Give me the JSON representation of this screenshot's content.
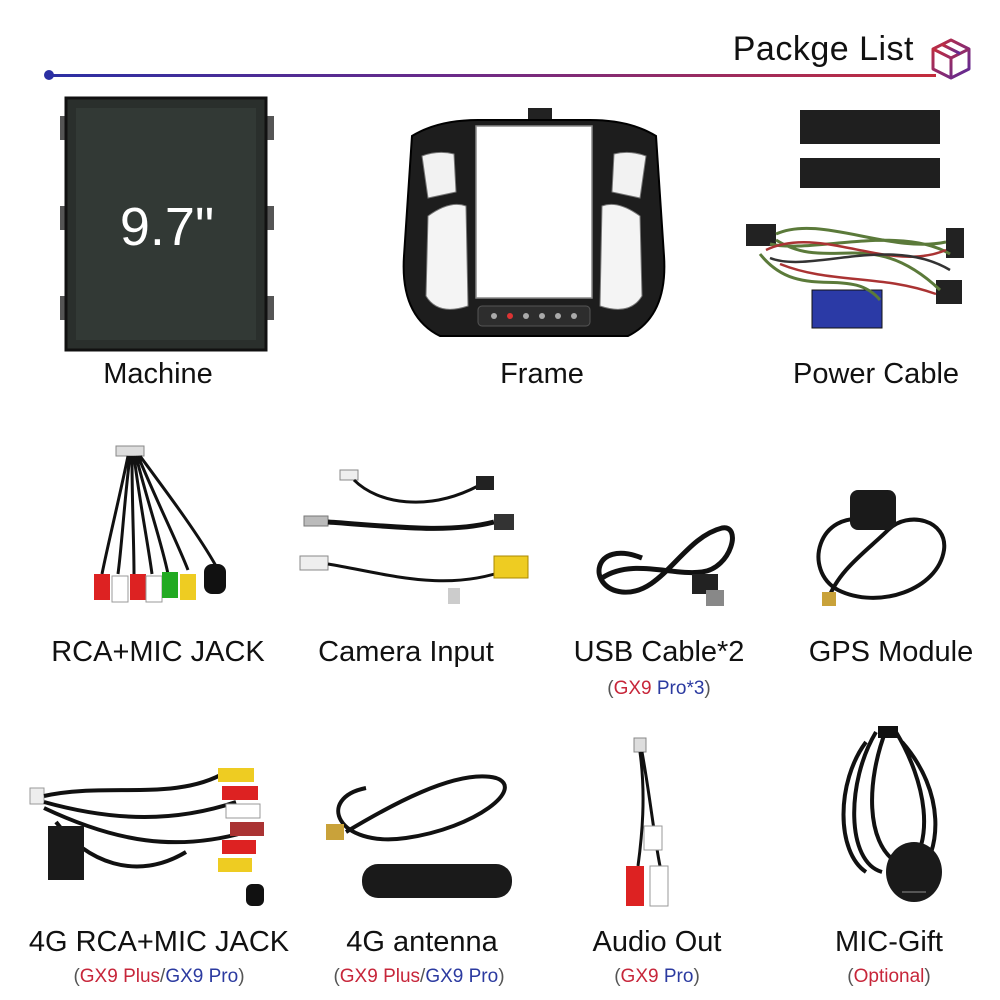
{
  "header": {
    "title": "Packge List",
    "icon": "package-box-icon"
  },
  "items": [
    {
      "label": "Machine",
      "screen_text": "9.7\""
    },
    {
      "label": "Frame"
    },
    {
      "label": "Power Cable"
    },
    {
      "label": "RCA+MIC JACK"
    },
    {
      "label": "Camera Input"
    },
    {
      "label": "USB Cable*2",
      "note": {
        "open": "(",
        "red": "GX9",
        "blue": " Pro*3",
        "close": ")"
      }
    },
    {
      "label": "GPS Module"
    },
    {
      "label": "4G RCA+MIC JACK",
      "note": {
        "open": "(",
        "red": "GX9 Plus",
        "sep": "/",
        "blue": "GX9 Pro",
        "close": ")"
      }
    },
    {
      "label": "4G antenna",
      "note": {
        "open": "(",
        "red": "GX9 Plus",
        "sep": "/",
        "blue": "GX9 Pro",
        "close": ")"
      }
    },
    {
      "label": "Audio Out",
      "note": {
        "open": "(",
        "red": "GX9",
        "blue": " Pro",
        "close": ")"
      }
    },
    {
      "label": "MIC-Gift",
      "note": {
        "open": "(",
        "red": "Optional",
        "close": ")"
      }
    }
  ],
  "colors": {
    "accent_blue": "#2b2fa3",
    "accent_red": "#c42c3c",
    "note_red": "#c7263a",
    "note_blue": "#2b3aa0"
  }
}
